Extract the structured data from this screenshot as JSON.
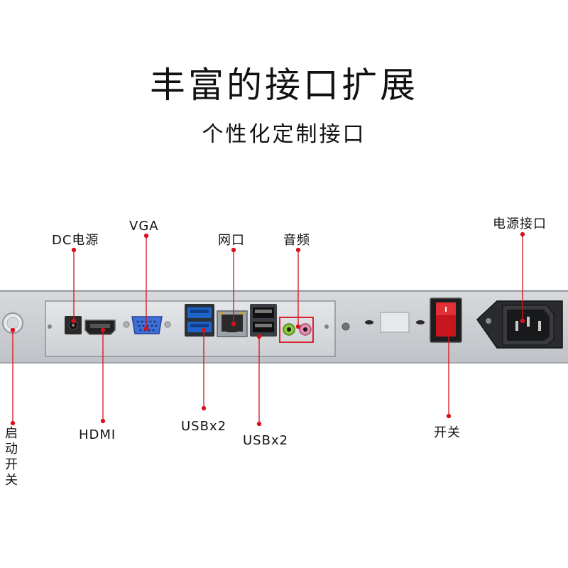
{
  "title": "丰富的接口扩展",
  "subtitle": "个性化定制接口",
  "labels": {
    "dc": "DC电源",
    "vga": "VGA",
    "lan": "网口",
    "audio": "音频",
    "power_port": "电源接口",
    "start": "启动开关",
    "hdmi": "HDMI",
    "usb1": "USBx2",
    "usb2": "USBx2",
    "switch": "开关"
  },
  "colors": {
    "leader": "#d9111b",
    "panel": "#c9ccd1",
    "usb_blue": "#1e63c9",
    "vga_blue": "#3e6fd6"
  }
}
